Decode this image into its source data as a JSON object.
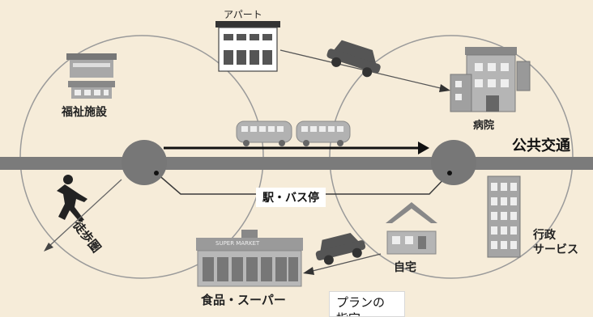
{
  "labels": {
    "apartment": "アパート",
    "welfare": "福祉施設",
    "hospital": "病院",
    "public_transport": "公共交通",
    "station_bus_stop": "駅・バス停",
    "walking_area": "徒歩圏",
    "home": "自宅",
    "government_line1": "行政",
    "government_line2": "サービス",
    "supermarket": "食品・スーパー",
    "supermarket_sign": "SUPER MARKET"
  },
  "popup": {
    "line1": "プランの",
    "line2": "指定"
  },
  "colors": {
    "background": "#f6ecd9",
    "transit_line": "#7b7b7b",
    "stop": "#777777",
    "building": "#a9a9a9",
    "arrow": "#111111"
  }
}
